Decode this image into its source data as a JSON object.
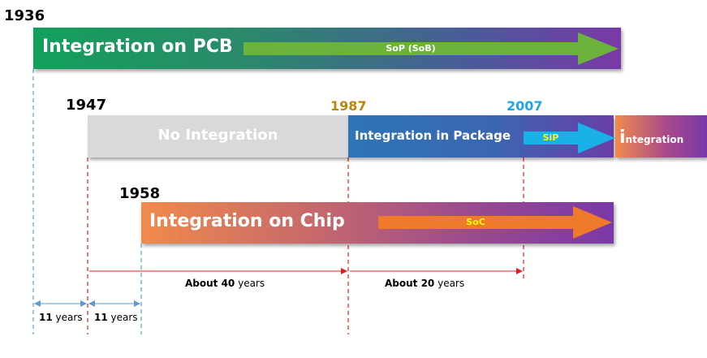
{
  "years": {
    "y1936": "1936",
    "y1947": "1947",
    "y1958": "1958",
    "y1987": "1987",
    "y2007": "2007"
  },
  "bars": {
    "pcb": {
      "label": "Integration on PCB",
      "arrow_label": "SoP (SoB)"
    },
    "none": {
      "label": "No Integration"
    },
    "package": {
      "label": "Integration in Package",
      "arrow_label": "SiP"
    },
    "integration": {
      "initial": "i",
      "rest": "ntegration"
    },
    "chip": {
      "label": "Integration on Chip",
      "arrow_label": "SoC"
    }
  },
  "durations": {
    "about40": {
      "num": "About 40",
      "unit": " years"
    },
    "about20": {
      "num": "About 20",
      "unit": " years"
    },
    "gap1": {
      "num": "11",
      "unit": " years"
    },
    "gap2": {
      "num": "11",
      "unit": " years"
    }
  },
  "colors": {
    "pcb_start": "#12a05a",
    "purple_end": "#7a38a8",
    "sop_arrow": "#6bb33a",
    "no_integration_gray": "#d9d9d9",
    "package_blue": "#2e75b6",
    "sip_arrow": "#1ab0e8",
    "chip_orange": "#f08a4b",
    "soc_arrow": "#ef7a2a",
    "label_yellow": "#ffff00",
    "guide_red": "#e02020",
    "guide_blue": "#5b9bd5"
  }
}
